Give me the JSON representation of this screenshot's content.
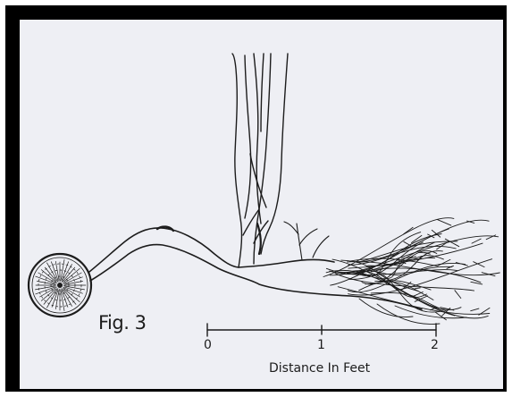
{
  "figure": {
    "label": "Fig. 3",
    "subject": "tree-root-system-drawing"
  },
  "scale_bar": {
    "ticks": [
      "0",
      "1",
      "2"
    ],
    "title": "Distance In Feet"
  },
  "colors": {
    "frame": "#000000",
    "paper": "#eeeff4",
    "ink": "#1c1c1c"
  }
}
